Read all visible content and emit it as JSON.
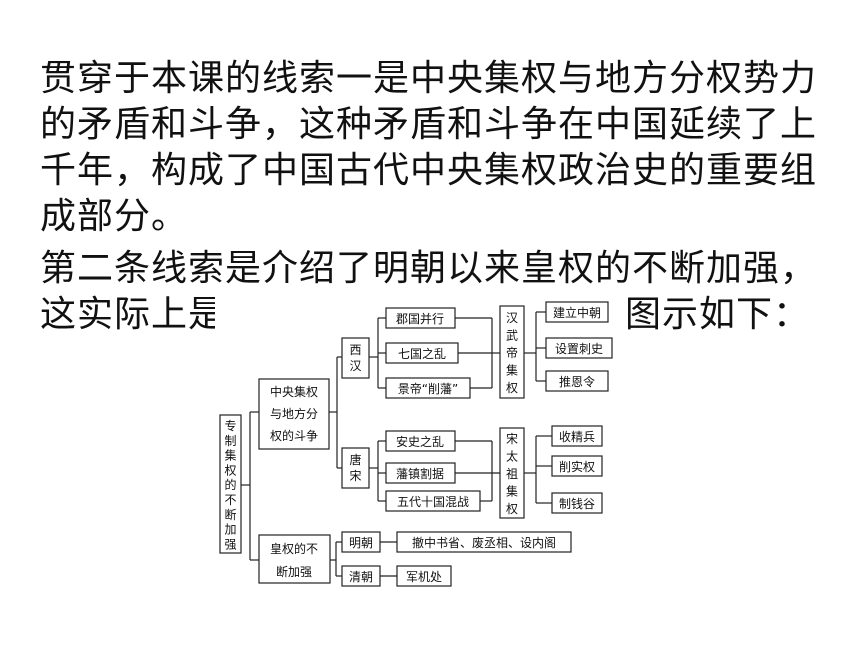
{
  "intro": {
    "paragraph1": "贯穿于本课的线索一是中央集权与地方分权势力的矛盾和斗争，这种矛盾和斗争在中国延续了上千年，构成了中国古代中央集权政治史的重要组成部分。",
    "paragraph2_start": "第二条线索是介绍了明朝以来皇权的不断加强，这实际上是",
    "paragraph2_end": "图示如下："
  },
  "diagram": {
    "root": "专制集权的不断加强",
    "branch1": {
      "line1": "中央集权",
      "line2": "与地方分",
      "line3": "权的斗争"
    },
    "branch2": {
      "line1": "皇权的不",
      "line2": "断加强"
    },
    "xihan": "西汉",
    "tangsong": "唐宋",
    "xihan_events": [
      "郡国并行",
      "七国之乱",
      "景帝“削藩”"
    ],
    "wudi": "汉武帝集权",
    "wudi_measures": [
      "建立中朝",
      "设置刺史",
      "推恩令"
    ],
    "tangsong_events": [
      "安史之乱",
      "藩镇割据",
      "五代十国混战"
    ],
    "taizu": "宋太祖集权",
    "taizu_measures": [
      "收精兵",
      "削实权",
      "制钱谷"
    ],
    "ming": "明朝",
    "ming_measure": "撤中书省、废丞相、设内阁",
    "qing": "清朝",
    "qing_measure": "军机处"
  }
}
